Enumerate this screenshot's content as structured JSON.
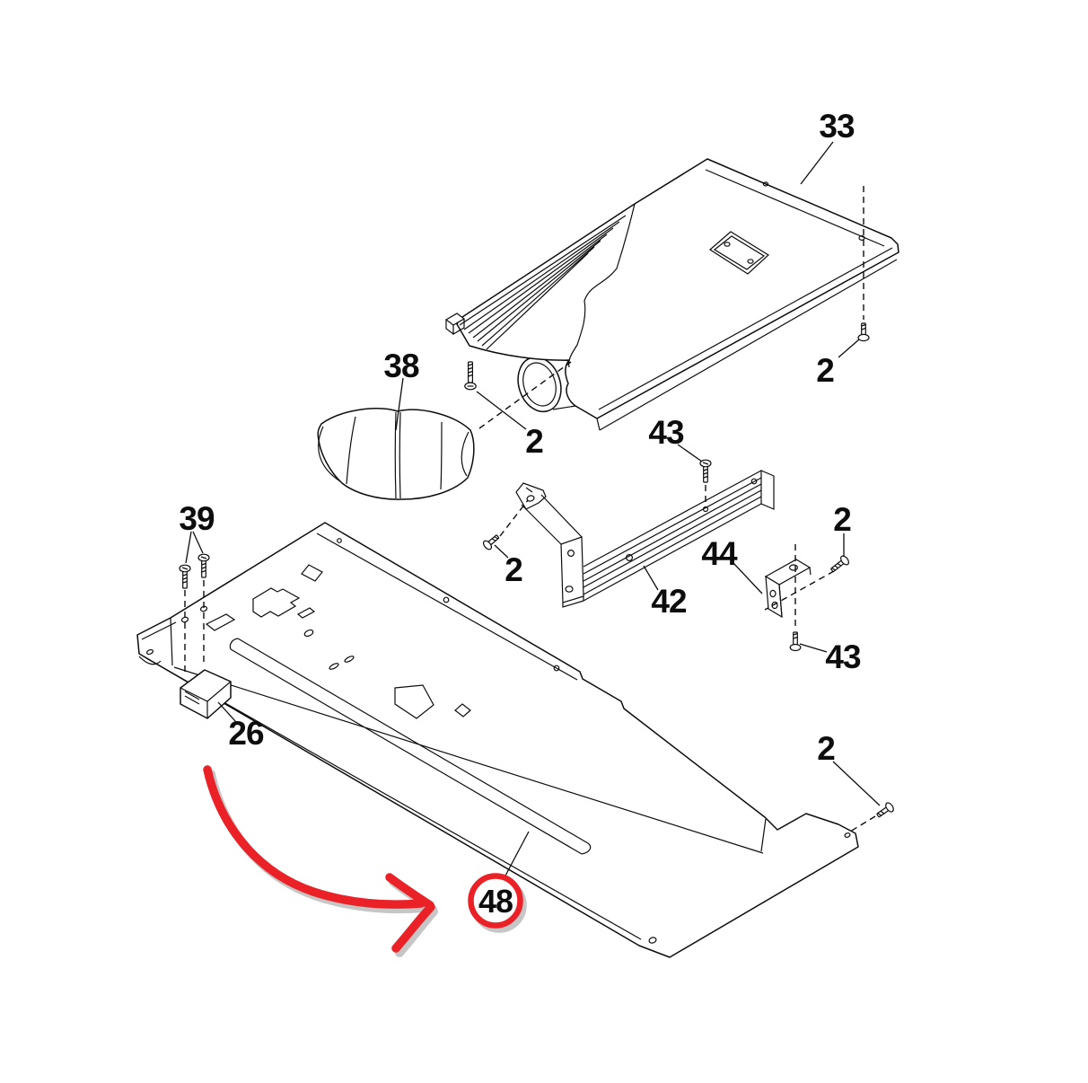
{
  "diagram": {
    "kind": "exploded-parts-diagram",
    "background": "#ffffff",
    "line_color": "#0d0d0d",
    "highlight": {
      "circle_color": "#ea2227",
      "arrow_color": "#ea2227",
      "shadow_color": "#a8a8a8",
      "highlighted_label": "48"
    },
    "callouts": [
      {
        "id": "part-33",
        "label": "33"
      },
      {
        "id": "screw-2-top-right",
        "label": "2"
      },
      {
        "id": "part-38",
        "label": "38"
      },
      {
        "id": "screw-2-duct",
        "label": "2"
      },
      {
        "id": "screw-43-upper",
        "label": "43"
      },
      {
        "id": "screw-2-rail",
        "label": "2"
      },
      {
        "id": "part-42",
        "label": "42"
      },
      {
        "id": "part-44",
        "label": "44"
      },
      {
        "id": "screw-2-bracket",
        "label": "2"
      },
      {
        "id": "screw-43-lower",
        "label": "43"
      },
      {
        "id": "screws-39",
        "label": "39"
      },
      {
        "id": "part-26",
        "label": "26"
      },
      {
        "id": "screw-2-bottom",
        "label": "2"
      },
      {
        "id": "part-48",
        "label": "48"
      }
    ]
  }
}
